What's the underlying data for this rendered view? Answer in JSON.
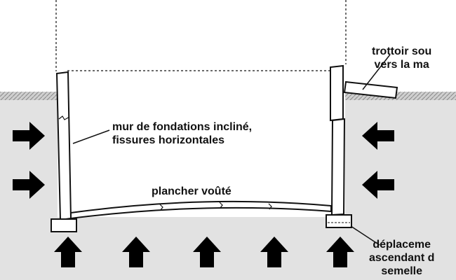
{
  "colors": {
    "soil": "#e2e2e2",
    "ground_hatch": "#9a9a9a",
    "outline": "#111111",
    "arrow": "#000000",
    "fill": "#ffffff"
  },
  "icons": {
    "pressure_arrow": "arrow-icon"
  },
  "labels": {
    "wall": {
      "line1": "mur de fondations incliné,",
      "line2": "fissures horizontales"
    },
    "floor": "plancher voûté",
    "sidewalk": {
      "line1": "trottoir sou",
      "line2": "vers la ma"
    },
    "footing": {
      "line1": "déplaceme",
      "line2": "ascendant d",
      "line3": "semelle"
    }
  }
}
